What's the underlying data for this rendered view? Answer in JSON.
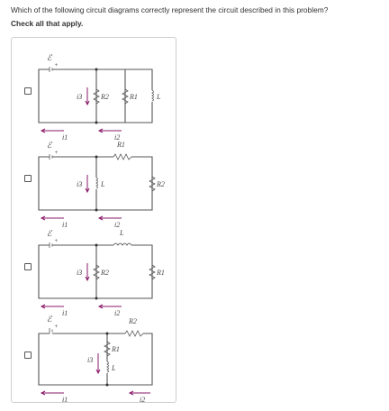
{
  "question": {
    "text": "Which of the following circuit diagrams correctly represent the circuit described in this problem?",
    "instruction": "Check all that apply."
  },
  "options": [
    {
      "labels": {
        "emf": "ℰ",
        "plus": "+",
        "i1": "i1",
        "i2": "i2",
        "i3": "i3",
        "r2": "R2",
        "r1": "R1",
        "l": "L"
      }
    },
    {
      "labels": {
        "emf": "ℰ",
        "plus": "+",
        "i1": "i1",
        "i2": "i2",
        "i3": "i3",
        "r1": "R1",
        "l": "L",
        "r2": "R2"
      }
    },
    {
      "labels": {
        "emf": "ℰ",
        "plus": "+",
        "i1": "i1",
        "i2": "i2",
        "i3": "i3",
        "l": "L",
        "r2": "R2",
        "r1": "R1"
      }
    },
    {
      "labels": {
        "emf": "ℰ",
        "plus": "+",
        "i1": "i1",
        "i2": "i2",
        "i3": "i3",
        "r2": "R2",
        "r1": "R1",
        "l": "L"
      }
    }
  ]
}
